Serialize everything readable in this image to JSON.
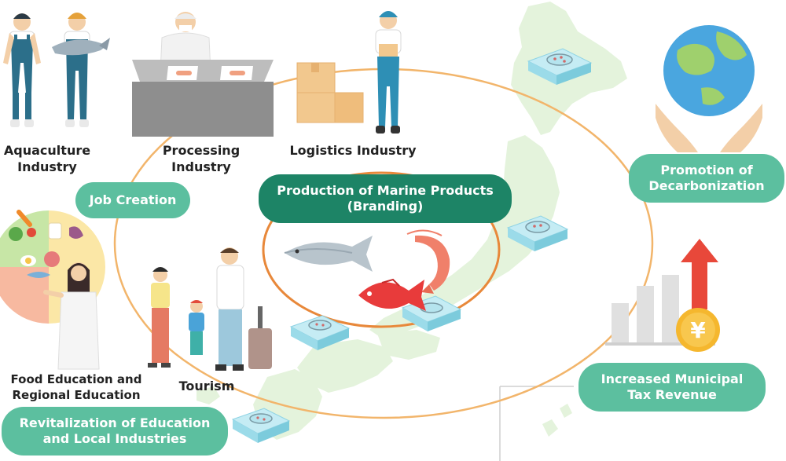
{
  "labels": {
    "aquaculture": [
      "Aquaculture",
      "Industry"
    ],
    "processing": [
      "Processing",
      "Industry"
    ],
    "logistics": [
      "Logistics Industry"
    ],
    "food_education": [
      "Food Education and",
      "Regional Education"
    ],
    "tourism": [
      "Tourism"
    ]
  },
  "pills": {
    "job_creation": [
      "Job Creation"
    ],
    "production": [
      "Production of Marine Products",
      "(Branding)"
    ],
    "decarbonization": [
      "Promotion of",
      "Decarbonization"
    ],
    "tax_revenue": [
      "Increased Municipal",
      "Tax Revenue"
    ],
    "revitalization": [
      "Revitalization of Education",
      "and Local Industries"
    ]
  },
  "icons": {
    "yen_symbol": "¥"
  },
  "colors": {
    "pill_light": "#5cbf9f",
    "pill_dark": "#1d8466",
    "orbit": "#f2b56b",
    "inner_ring": "#e8883a",
    "map": "#e4f3dc",
    "arrow": "#e8483a"
  }
}
